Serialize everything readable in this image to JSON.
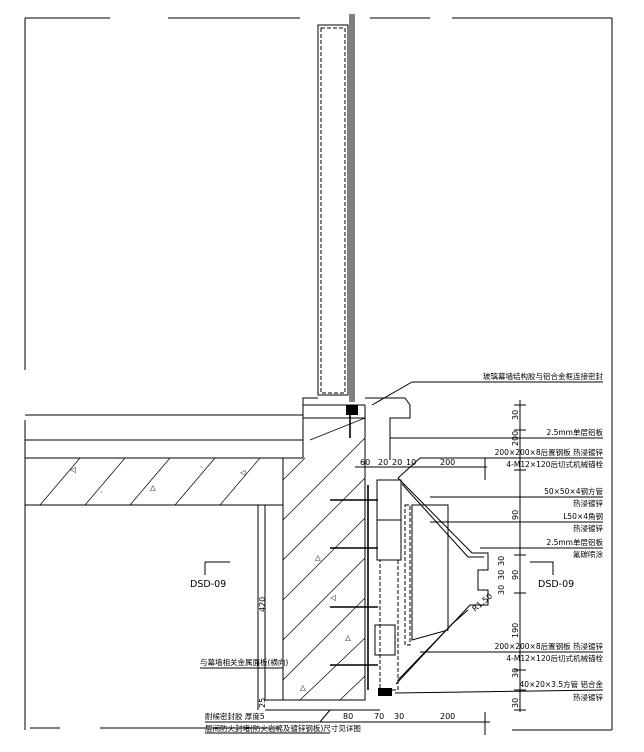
{
  "labels": {
    "top_note": "玻璃幕墙结构胶与铝合金框连接密封",
    "aluminum_panel_1": "2.5mm单层铝板",
    "steel_plate_1": "200×200×8后置钢板 热浸镀锌",
    "anchor_1": "4-M12×120后切式机械锚栓",
    "steel_tube": "50×50×4钢方管",
    "steel_tube_finish": "热浸镀锌",
    "angle": "L50×4角钢",
    "angle_finish": "热浸镀锌",
    "aluminum_panel_2": "2.5mm单层铝板",
    "panel_finish": "氟碳喷涂",
    "steel_plate_2": "200×200×8后置钢板 热浸镀锌",
    "anchor_2": "4-M12×120后切式机械锚栓",
    "rect_tube": "40×20×3.5方管 铝合金",
    "rect_tube_finish": "热浸镀锌",
    "left_note": "与幕墙相关金属面板(横向)",
    "bottom_note_1": "耐候密封胶 厚度5",
    "bottom_note_2": "层间防火封堵(防火岩棉及镀锌钢板)尺寸见详图"
  },
  "section_tags": {
    "left": "DSD-09",
    "right": "DSD-09"
  },
  "dimensions": {
    "top_h": [
      "60",
      "20",
      "20",
      "10",
      "200"
    ],
    "right_v": [
      "30",
      "200",
      "90",
      "30",
      "30",
      "90",
      "30",
      "190",
      "30",
      "30"
    ],
    "left_v": [
      "420",
      "25"
    ],
    "diag": "R1.50",
    "bottom_h": [
      "80",
      "70",
      "30",
      "200"
    ]
  }
}
